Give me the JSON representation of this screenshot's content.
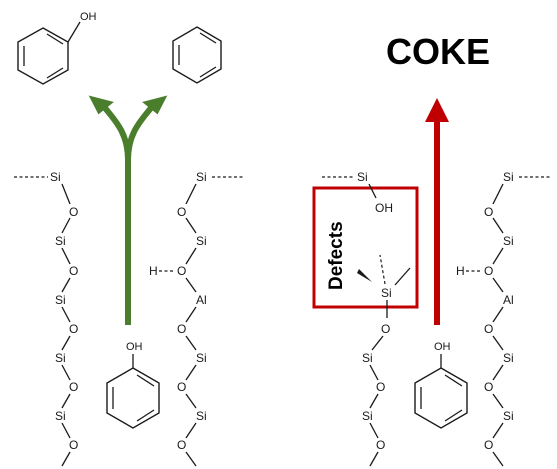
{
  "title": "COKE",
  "defects_label": "Defects",
  "atoms": {
    "si": "Si",
    "o": "O",
    "al": "Al",
    "oh": "OH",
    "h": "H"
  },
  "colors": {
    "green_arrow": "#4a7d2c",
    "red_arrow": "#c00000",
    "defect_box": "#c00000",
    "ink": "#1a1a1a"
  },
  "left_panel": {
    "products": [
      "phenol",
      "benzene"
    ],
    "reactant": "phenol",
    "framework": {
      "left_chain": [
        "Si",
        "O",
        "Si",
        "O",
        "Si",
        "O",
        "Si",
        "O",
        "Si",
        "O"
      ],
      "right_chain": [
        "Si",
        "O",
        "Si",
        "O",
        "Al",
        "O",
        "Si",
        "O",
        "Si",
        "O"
      ],
      "bridging_hydroxyl": "H"
    }
  },
  "right_panel": {
    "product": "COKE",
    "reactant": "phenol",
    "framework": {
      "left_chain": [
        "Si",
        "OH",
        "Si",
        "O",
        "Si",
        "O",
        "Si",
        "O"
      ],
      "right_chain": [
        "Si",
        "O",
        "Si",
        "O",
        "Al",
        "O",
        "Si",
        "O",
        "Si",
        "O"
      ],
      "bridging_hydroxyl": "H"
    }
  }
}
